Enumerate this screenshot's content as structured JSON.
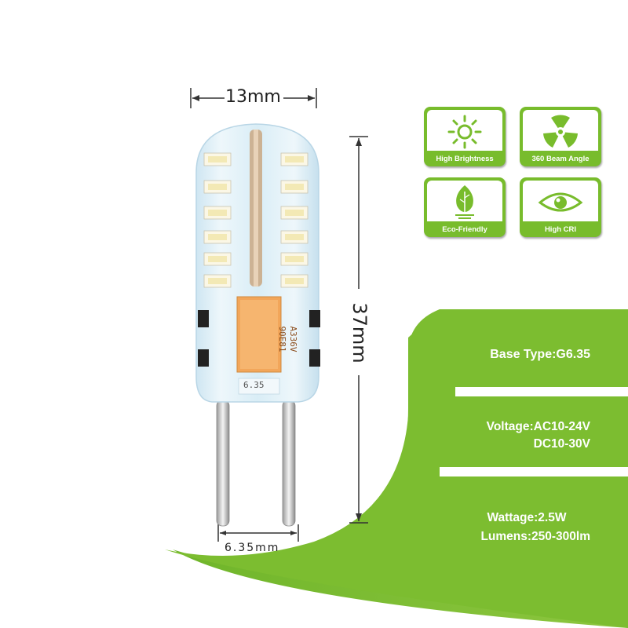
{
  "dimensions": {
    "width_label": "13mm",
    "height_label": "37mm",
    "pin_spacing_label": "6.35mm"
  },
  "bulb": {
    "capacitor_line1": "A336V",
    "capacitor_line2": "90E81",
    "base_marking": "6.35"
  },
  "features": [
    {
      "label": "High Brightness",
      "icon": "sun-icon"
    },
    {
      "label": "360 Beam Angle",
      "icon": "radiation-icon"
    },
    {
      "label": "Eco-Friendly",
      "icon": "leaf-icon"
    },
    {
      "label": "High CRI",
      "icon": "eye-icon"
    }
  ],
  "specs": {
    "base_type": "Base Type:G6.35",
    "voltage_line1": "Voltage:AC10-24V",
    "voltage_line2": "DC10-30V",
    "wattage": "Wattage:2.5W",
    "lumens": "Lumens:250-300lm"
  },
  "colors": {
    "accent_green": "#78bc2c",
    "panel_green": "#8cc63e"
  }
}
